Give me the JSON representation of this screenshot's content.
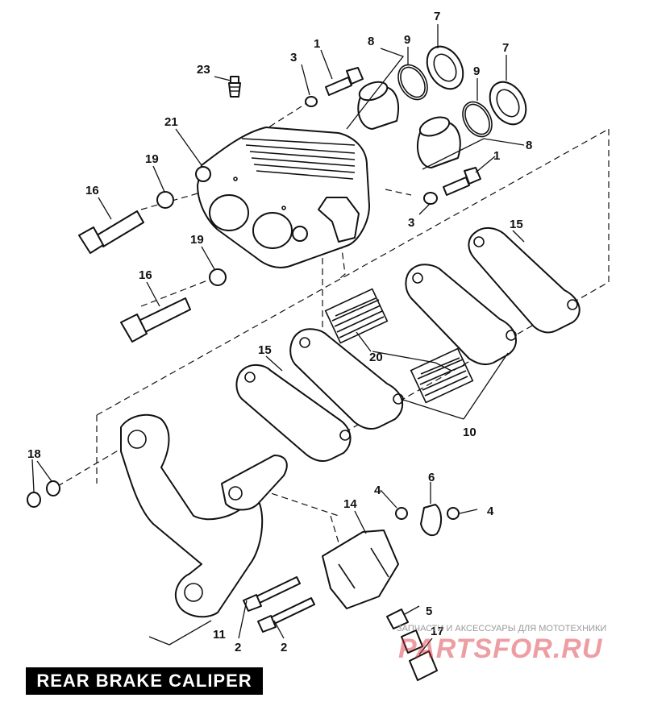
{
  "title": "REAR BRAKE CALIPER",
  "callouts": [
    {
      "id": "c1a",
      "label": "1"
    },
    {
      "id": "c1b",
      "label": "1"
    },
    {
      "id": "c2a",
      "label": "2"
    },
    {
      "id": "c2b",
      "label": "2"
    },
    {
      "id": "c3a",
      "label": "3"
    },
    {
      "id": "c3b",
      "label": "3"
    },
    {
      "id": "c4a",
      "label": "4"
    },
    {
      "id": "c4b",
      "label": "4"
    },
    {
      "id": "c5",
      "label": "5"
    },
    {
      "id": "c6",
      "label": "6"
    },
    {
      "id": "c7a",
      "label": "7"
    },
    {
      "id": "c7b",
      "label": "7"
    },
    {
      "id": "c8a",
      "label": "8"
    },
    {
      "id": "c8b",
      "label": "8"
    },
    {
      "id": "c9a",
      "label": "9"
    },
    {
      "id": "c9b",
      "label": "9"
    },
    {
      "id": "c10",
      "label": "10"
    },
    {
      "id": "c11",
      "label": "11"
    },
    {
      "id": "c14",
      "label": "14"
    },
    {
      "id": "c15a",
      "label": "15"
    },
    {
      "id": "c15b",
      "label": "15"
    },
    {
      "id": "c16a",
      "label": "16"
    },
    {
      "id": "c16b",
      "label": "16"
    },
    {
      "id": "c17",
      "label": "17"
    },
    {
      "id": "c18",
      "label": "18"
    },
    {
      "id": "c19a",
      "label": "19"
    },
    {
      "id": "c19b",
      "label": "19"
    },
    {
      "id": "c20",
      "label": "20"
    },
    {
      "id": "c21",
      "label": "21"
    },
    {
      "id": "c23",
      "label": "23"
    }
  ],
  "watermark": {
    "caption": "ЗАПЧАСТИ И АКСЕССУАРЫ ДЛЯ МОТОТЕХНИКИ",
    "logo": "PARTSFOR.RU"
  }
}
